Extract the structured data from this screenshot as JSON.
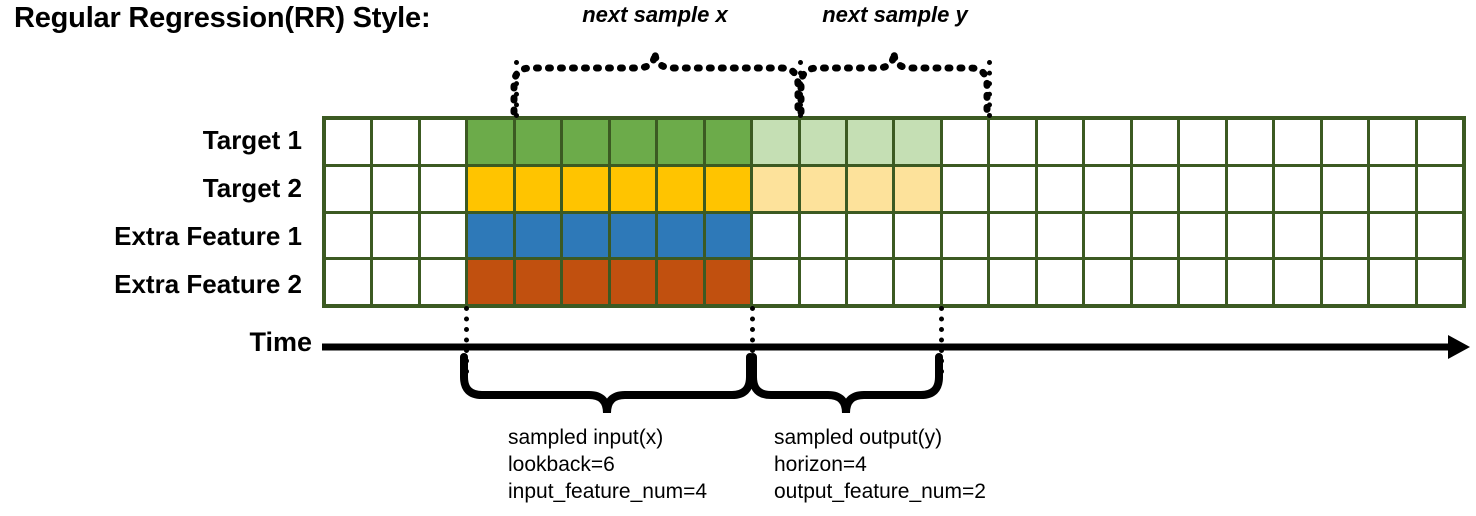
{
  "title": "Regular Regression(RR) Style:",
  "rows": [
    {
      "label": "Target 1",
      "color_name": "green"
    },
    {
      "label": "Target 2",
      "color_name": "yellow"
    },
    {
      "label": "Extra Feature 1",
      "color_name": "blue"
    },
    {
      "label": "Extra Feature 2",
      "color_name": "orange"
    }
  ],
  "grid": {
    "columns": 24,
    "rows": 4,
    "blank_prefix_columns": 3,
    "input_columns": 6,
    "output_columns": 4,
    "cells": [
      [
        "white",
        "white",
        "white",
        "green",
        "green",
        "green",
        "green",
        "green",
        "green",
        "green-light",
        "green-light",
        "green-light",
        "green-light",
        "white",
        "white",
        "white",
        "white",
        "white",
        "white",
        "white",
        "white",
        "white",
        "white",
        "white"
      ],
      [
        "white",
        "white",
        "white",
        "yellow",
        "yellow",
        "yellow",
        "yellow",
        "yellow",
        "yellow",
        "yellow-light",
        "yellow-light",
        "yellow-light",
        "yellow-light",
        "white",
        "white",
        "white",
        "white",
        "white",
        "white",
        "white",
        "white",
        "white",
        "white",
        "white"
      ],
      [
        "white",
        "white",
        "white",
        "blue",
        "blue",
        "blue",
        "blue",
        "blue",
        "blue",
        "white",
        "white",
        "white",
        "white",
        "white",
        "white",
        "white",
        "white",
        "white",
        "white",
        "white",
        "white",
        "white",
        "white",
        "white"
      ],
      [
        "white",
        "white",
        "white",
        "orange",
        "orange",
        "orange",
        "orange",
        "orange",
        "orange",
        "white",
        "white",
        "white",
        "white",
        "white",
        "white",
        "white",
        "white",
        "white",
        "white",
        "white",
        "white",
        "white",
        "white",
        "white"
      ]
    ]
  },
  "axis": {
    "label": "Time"
  },
  "top_braces": [
    {
      "label": "next sample x"
    },
    {
      "label": "next sample y"
    }
  ],
  "bottom_braces": [
    {
      "lines": [
        "sampled input(x)",
        "lookback=6",
        "input_feature_num=4"
      ]
    },
    {
      "lines": [
        "sampled output(y)",
        "horizon=4",
        "output_feature_num=2"
      ]
    }
  ],
  "colors": {
    "border": "#3C5A22",
    "green": "#6CAB4A",
    "green_light": "#C5DFB4",
    "yellow": "#FFC400",
    "yellow_light": "#FDE29B",
    "blue": "#2E79B8",
    "orange": "#C1500F",
    "line": "#000000"
  }
}
